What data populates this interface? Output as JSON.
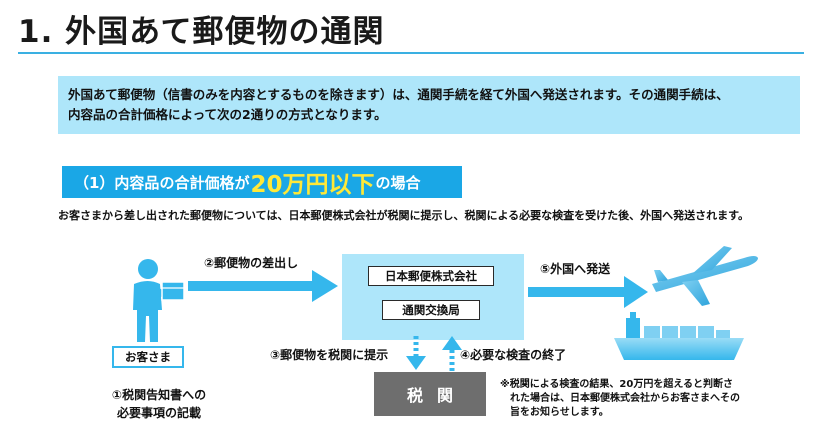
{
  "title": "1. 外国あて郵便物の通関",
  "intro": {
    "line1": "外国あて郵便物（信書のみを内容とするものを除きます）は、通関手続を経て外国へ発送されます。その通関手続は、",
    "line2": "内容品の合計価格によって次の2通りの方式となります。"
  },
  "section": {
    "prefix": "（1）内容品の合計価格が",
    "highlight": "20万円以下",
    "suffix": "の場合"
  },
  "lead": "お客さまから差し出された郵便物については、日本郵便株式会社が税関に提示し、税関による必要な検査を受けた後、外国へ発送されます。",
  "flow": {
    "customer": "お客さま",
    "step1_line1": "①税関告知書への",
    "step1_line2": "必要事項の記載",
    "step2": "②郵便物の差出し",
    "post_company": "日本郵便株式会社",
    "exchange_office": "通関交換局",
    "step3": "③郵便物を税関に提示",
    "step4": "④必要な検査の終了",
    "customs": "税関",
    "step5": "⑤外国へ発送"
  },
  "note": {
    "line1": "※税関による検査の結果、20万円を超えると判断さ",
    "line2": "れた場合は、日本郵便株式会社からお客さまへその",
    "line3": "旨をお知らせします。"
  },
  "colors": {
    "accent_blue": "#1aa7e6",
    "light_blue": "#aee6fa",
    "arrow_blue": "#35b7ec",
    "highlight_yellow": "#ffe838",
    "customs_gray": "#6e6e6e"
  }
}
